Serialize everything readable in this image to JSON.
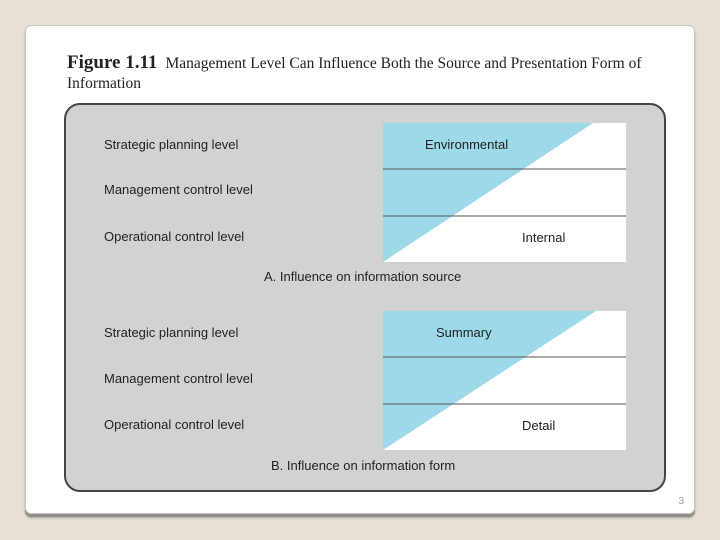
{
  "figure": {
    "number": "Figure 1.11",
    "caption": "Management Level Can Influence Both the Source and Presentation Form of Information"
  },
  "section_a": {
    "levels": [
      "Strategic planning level",
      "Management control level",
      "Operational control level"
    ],
    "top_label": "Environmental",
    "bottom_label": "Internal",
    "caption": "A. Influence on information source"
  },
  "section_b": {
    "levels": [
      "Strategic planning level",
      "Management control level",
      "Operational control level"
    ],
    "top_label": "Summary",
    "bottom_label": "Detail",
    "caption": "B. Influence on information form"
  },
  "colors": {
    "fill_top": "#9dd9e8",
    "white": "#ffffff",
    "panel": "#d2d2d2"
  },
  "page_number": "3"
}
